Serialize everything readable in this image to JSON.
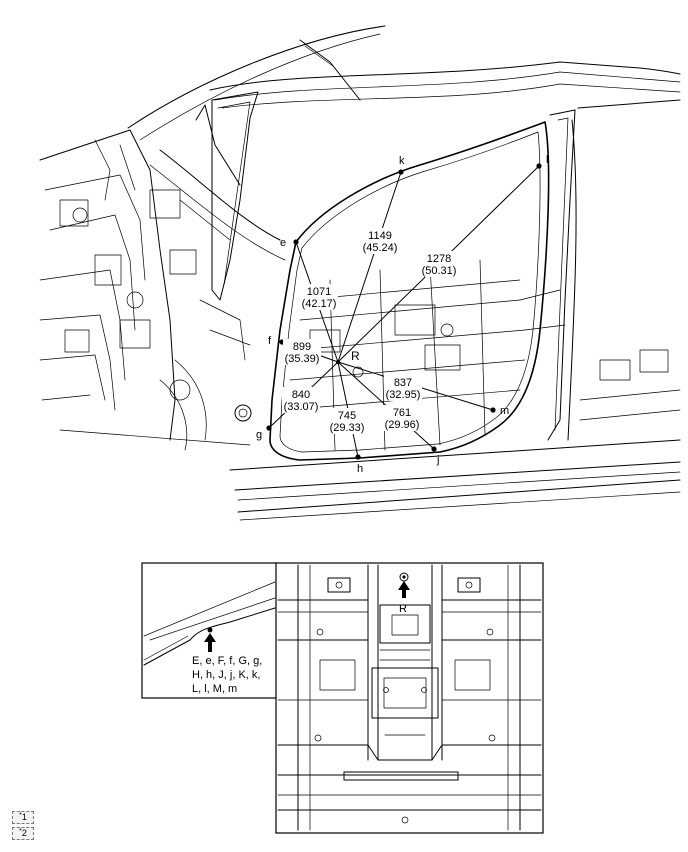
{
  "points": {
    "e": "e",
    "f": "f",
    "g": "g",
    "h": "h",
    "j": "j",
    "k": "k",
    "l": "l",
    "m": "m",
    "R": "R"
  },
  "measurements": [
    {
      "id": "R-k",
      "mm": "1149",
      "in": "(45.24)"
    },
    {
      "id": "R-l",
      "mm": "1278",
      "in": "(50.31)"
    },
    {
      "id": "R-e",
      "mm": "1071",
      "in": "(42.17)"
    },
    {
      "id": "R-f",
      "mm": "899",
      "in": "(35.39)"
    },
    {
      "id": "R-m",
      "mm": "837",
      "in": "(32.95)"
    },
    {
      "id": "R-g",
      "mm": "840",
      "in": "(33.07)"
    },
    {
      "id": "R-h",
      "mm": "745",
      "in": "(29.33)"
    },
    {
      "id": "R-j",
      "mm": "761",
      "in": "(29.96)"
    }
  ],
  "detail": {
    "reference_point": "R",
    "section_label_lines": [
      "E, e, F, f, G, g,",
      "H, h, J, j, K, k,",
      "L, l, M, m"
    ]
  },
  "legend": {
    "item1": "1",
    "item2": "2"
  }
}
